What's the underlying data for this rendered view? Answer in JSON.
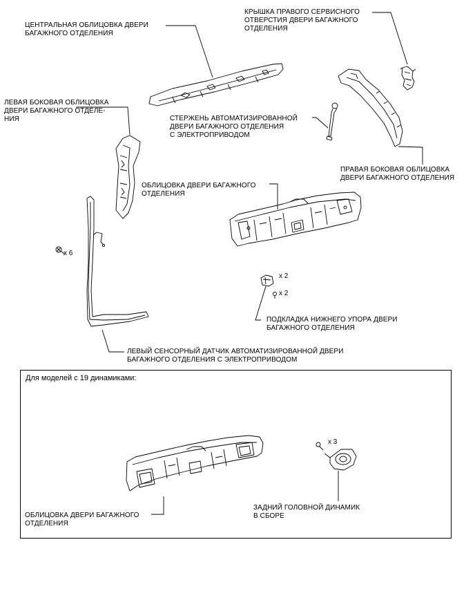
{
  "labels": {
    "center_trim": "ЦЕНТРАЛЬНАЯ ОБЛИЦОВКА ДВЕРИ\nБАГАЖНОГО ОТДЕЛЕНИЯ",
    "right_cover": "КРЫШКА ПРАВОГО СЕРВИСНОГО\nОТВЕРСТИЯ ДВЕРИ БАГАЖНОГО\nОТДЕЛЕНИЯ",
    "left_side_trim": "ЛЕВАЯ БОКОВАЯ ОБЛИЦОВКА\nДВЕРИ БАГАЖНОГО ОТДЕЛЕ-\nНИЯ",
    "power_stay": "СТЕРЖЕНЬ АВТОМАТИЗИРОВАННОЙ\nДВЕРИ БАГАЖНОГО ОТДЕЛЕНИЯ\nС ЭЛЕКТРОПРИВОДОМ",
    "right_side_trim": "ПРАВАЯ БОКОВАЯ ОБЛИЦОВКА\nДВЕРИ БАГАЖНОГО ОТДЕЛЕНИЯ",
    "door_trim": "ОБЛИЦОВКА ДВЕРИ БАГАЖНОГО\nОТДЕЛЕНИЯ",
    "lower_stopper": "ПОДКЛАДКА НИЖНЕГО УПОРА ДВЕРИ\nБАГАЖНОГО ОТДЕЛЕНИЯ",
    "touch_sensor": "ЛЕВЫЙ СЕНСОРНЫЙ ДАТЧИК АВТОМАТИЗИРОВАННОЙ ДВЕРИ\nБАГАЖНОГО ОТДЕЛЕНИЯ С ЭЛЕКТРОПРИВОДОМ",
    "door_trim_19": "ОБЛИЦОВКА ДВЕРИ БАГАЖНОГО\nОТДЕЛЕНИЯ",
    "rear_speaker": "ЗАДНИЙ ГОЛОВНОЙ ДИНАМИК\nВ СБОРЕ"
  },
  "quantities": {
    "clips": "x 6",
    "stopper_bolt_a": "x 2",
    "stopper_bolt_b": "x 2",
    "speaker_screws": "x 3"
  },
  "box_title": "Для моделей с 19 динамиками:"
}
